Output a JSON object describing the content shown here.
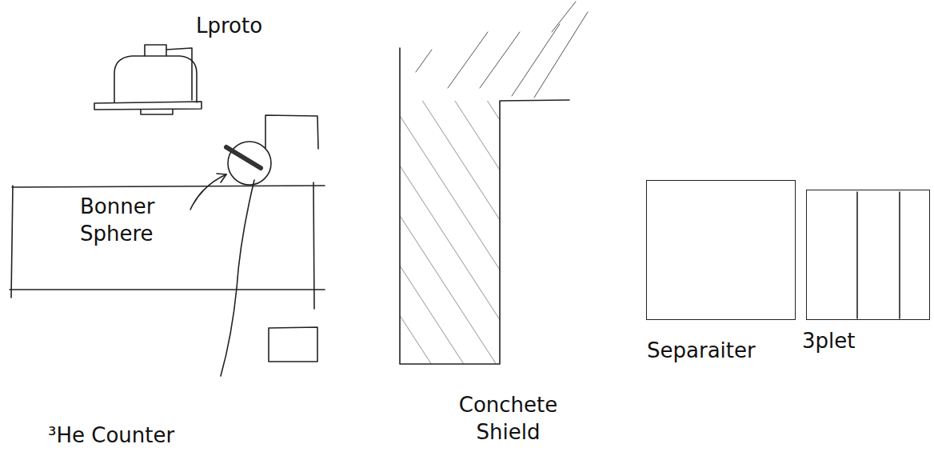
{
  "diagram": {
    "nodes": [
      {
        "text": [
          "Separaiter"
        ]
      },
      {
        "text": [
          "3plet"
        ]
      }
    ],
    "labels": [
      "Lproto",
      "Bonner Sphere",
      "³He Counter",
      "Conchete Shield"
    ]
  }
}
